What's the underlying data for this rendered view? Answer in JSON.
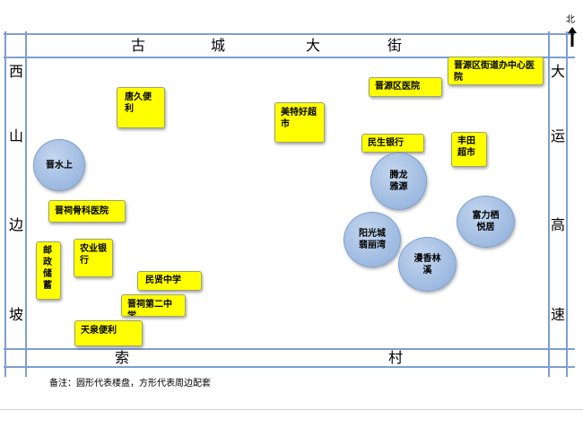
{
  "north": {
    "label": "北"
  },
  "streets": {
    "top": [
      "古",
      "城",
      "大",
      "街"
    ],
    "bottom": [
      "索",
      "村"
    ],
    "left": [
      "西",
      "山",
      "边",
      "坡"
    ],
    "right": [
      "大",
      "运",
      "高",
      "速"
    ]
  },
  "facilities": [
    "唐久便利",
    "美特好超市",
    "晋源区医院",
    "晋源区街道办中心医院",
    "民生银行",
    "丰田超市",
    "晋祠骨科医院",
    "邮政储蓄",
    "农业银行",
    "民贤中学",
    "晋祠第二中学",
    "天泉便利"
  ],
  "estates": [
    "晋水上",
    "腾龙雅源",
    "富力栖悦居",
    "阳光城翡丽湾",
    "漫香林溪"
  ],
  "note": "备注：圆形代表楼盘，方形代表周边配套"
}
